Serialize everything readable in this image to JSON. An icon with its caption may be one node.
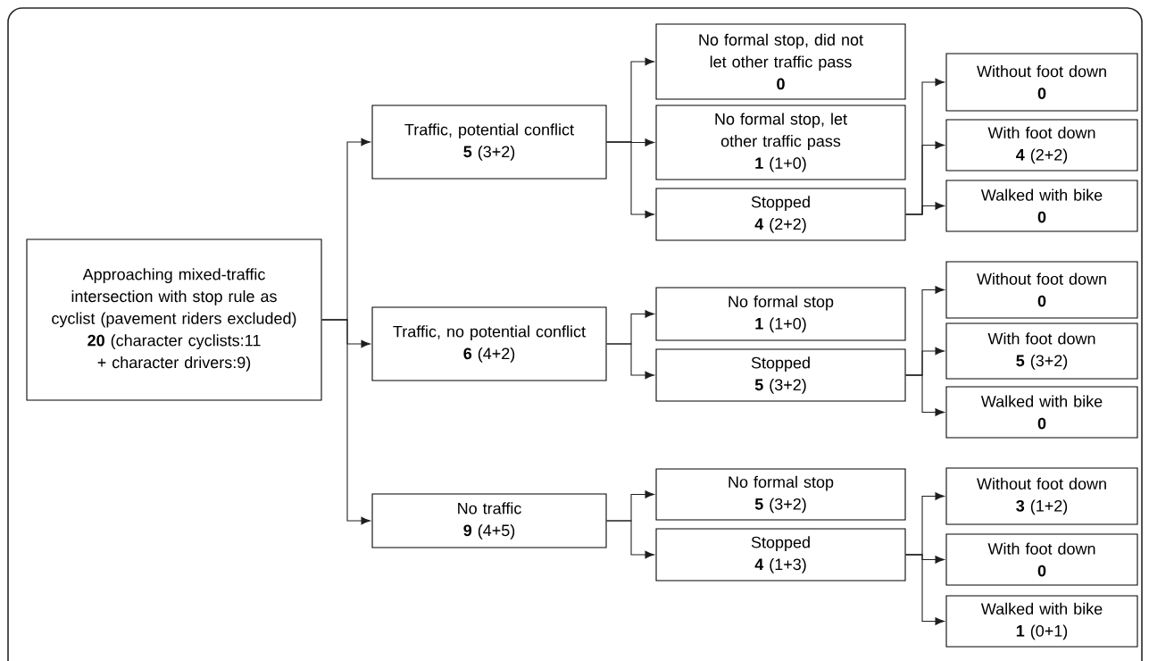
{
  "diagram": {
    "nodes": [
      {
        "text": [
          "Approaching mixed-traffic intersection with stop rule as cyclist (pavement riders excluded)",
          "20",
          "(character cyclists:11 + character drivers:9)"
        ]
      },
      {
        "text": [
          "Traffic, potential conflict",
          "5",
          "(3+2)"
        ]
      },
      {
        "text": [
          "No formal stop, did not let other traffic pass",
          "0"
        ]
      },
      {
        "text": [
          "No formal stop, let other traffic pass",
          "1",
          "(1+0)"
        ]
      },
      {
        "text": [
          "Stopped",
          "4",
          "(2+2)"
        ]
      },
      {
        "text": [
          "Without foot down",
          "0"
        ]
      },
      {
        "text": [
          "With foot down",
          "4",
          "(2+2)"
        ]
      },
      {
        "text": [
          "Walked with bike",
          "0"
        ]
      },
      {
        "text": [
          "Traffic, no potential conflict",
          "6",
          "(4+2)"
        ]
      },
      {
        "text": [
          "No formal stop",
          "1",
          "(1+0)"
        ]
      },
      {
        "text": [
          "Stopped",
          "5",
          "(3+2)"
        ]
      },
      {
        "text": [
          "Without foot down",
          "0"
        ]
      },
      {
        "text": [
          "With foot down",
          "5",
          "(3+2)"
        ]
      },
      {
        "text": [
          "Walked with bike",
          "0"
        ]
      },
      {
        "text": [
          "No traffic",
          "9",
          "(4+5)"
        ]
      },
      {
        "text": [
          "No formal stop",
          "5",
          "(3+2)"
        ]
      },
      {
        "text": [
          "Stopped",
          "4",
          "(1+3)"
        ]
      },
      {
        "text": [
          "Without foot down",
          "3",
          "(1+2)"
        ]
      },
      {
        "text": [
          "With foot down",
          "0"
        ]
      },
      {
        "text": [
          "Walked with bike",
          "1",
          "(0+1)"
        ]
      }
    ],
    "edges": [
      {
        "from": 0,
        "to": 1,
        "arrow": "to"
      },
      {
        "from": 0,
        "to": 8,
        "arrow": "to"
      },
      {
        "from": 0,
        "to": 14,
        "arrow": "to"
      },
      {
        "from": 1,
        "to": 2,
        "arrow": "to"
      },
      {
        "from": 1,
        "to": 3,
        "arrow": "to"
      },
      {
        "from": 1,
        "to": 4,
        "arrow": "to"
      },
      {
        "from": 4,
        "to": 5,
        "arrow": "to"
      },
      {
        "from": 4,
        "to": 6,
        "arrow": "to"
      },
      {
        "from": 4,
        "to": 7,
        "arrow": "to"
      },
      {
        "from": 8,
        "to": 9,
        "arrow": "to"
      },
      {
        "from": 8,
        "to": 10,
        "arrow": "to"
      },
      {
        "from": 10,
        "to": 11,
        "arrow": "to"
      },
      {
        "from": 10,
        "to": 12,
        "arrow": "to"
      },
      {
        "from": 10,
        "to": 13,
        "arrow": "to"
      },
      {
        "from": 14,
        "to": 15,
        "arrow": "to"
      },
      {
        "from": 14,
        "to": 16,
        "arrow": "to"
      },
      {
        "from": 16,
        "to": 17,
        "arrow": "to"
      },
      {
        "from": 16,
        "to": 18,
        "arrow": "to"
      },
      {
        "from": 16,
        "to": 19,
        "arrow": "to"
      }
    ]
  }
}
